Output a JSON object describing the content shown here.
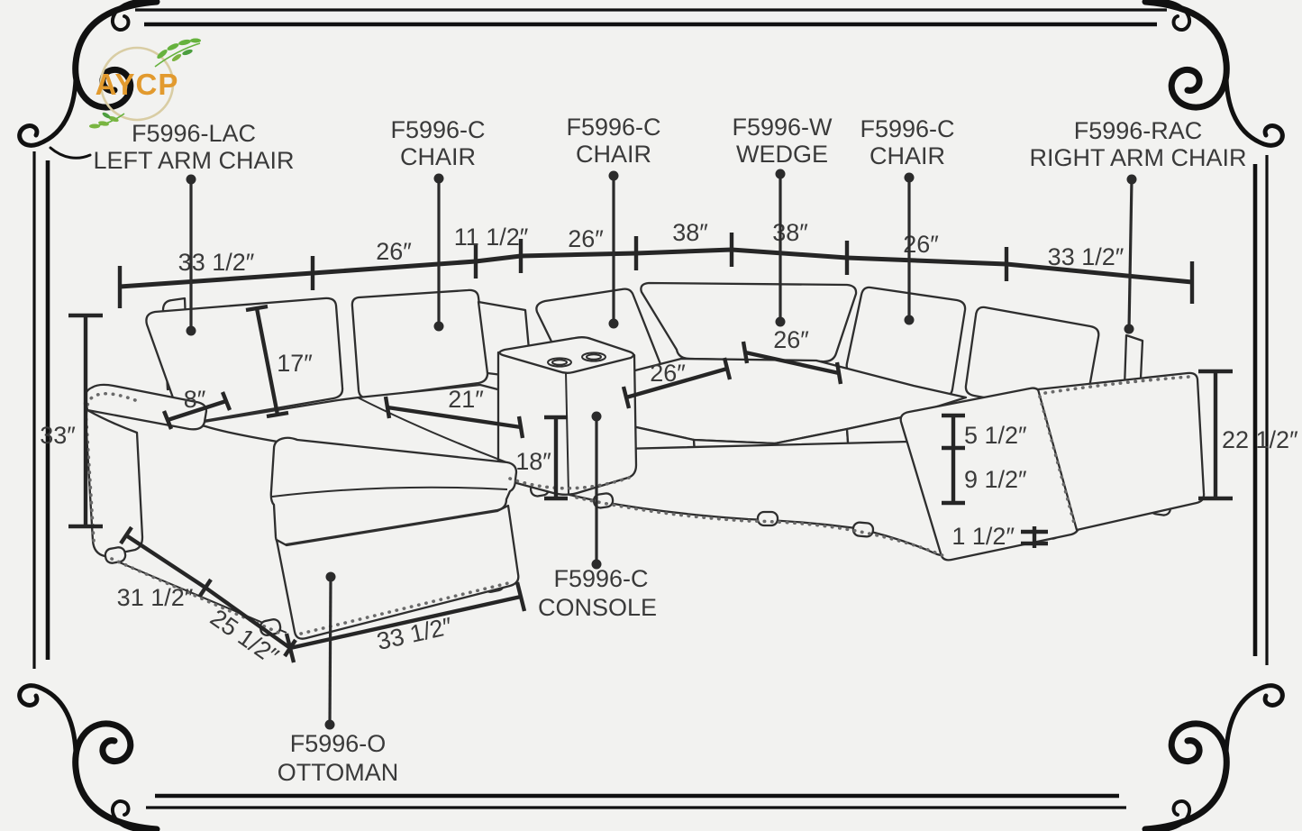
{
  "logo": {
    "text": "AYCP"
  },
  "labels": {
    "parts": [
      {
        "code": "F5996-LAC",
        "name": "LEFT ARM CHAIR"
      },
      {
        "code": "F5996-C",
        "name": "CHAIR"
      },
      {
        "code": "F5996-C",
        "name": "CHAIR"
      },
      {
        "code": "F5996-W",
        "name": "WEDGE"
      },
      {
        "code": "F5996-C",
        "name": "CHAIR"
      },
      {
        "code": "F5996-RAC",
        "name": "RIGHT ARM CHAIR"
      },
      {
        "code": "F5996-C",
        "name": "CONSOLE"
      },
      {
        "code": "F5996-O",
        "name": "OTTOMAN"
      }
    ]
  },
  "dims": {
    "top": [
      "33 1/2″",
      "26″",
      "11 1/2″",
      "26″",
      "38″",
      "38″",
      "26″",
      "33 1/2″"
    ],
    "overall_height": "33″",
    "back_cushion_height": "17″",
    "arm_width": "8″",
    "seat_width_left": "21″",
    "console_depth": "18″",
    "wedge_seat_left": "26″",
    "wedge_seat_right": "26″",
    "seat_cushion_thickness": "5 1/2″",
    "base_height": "9 1/2″",
    "arm_height": "22 1/2″",
    "leg_height": "1 1/2″",
    "chaise_side_depth": "31 1/2″",
    "chaise_front_depth": "25 1/2″",
    "ottoman_width": "33 1/2″"
  },
  "colors": {
    "background": "#f2f2f0",
    "line": "#2e2e2e",
    "logo_orange": "#e29a2e",
    "logo_ring": "#d9cda4",
    "leaf_green": "#66b23e"
  }
}
